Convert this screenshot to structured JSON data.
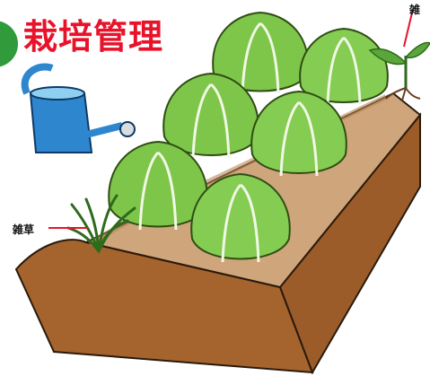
{
  "title": "栽培管理",
  "labels": {
    "weed_left": "雑草",
    "weed_right": "雑"
  },
  "colors": {
    "title": "#e8132a",
    "badge": "#2f9b3a",
    "soil_top": "#cfa57b",
    "soil_side": "#a5642e",
    "leaf": "#7ec64a",
    "watering_can": "#2e86cf",
    "pointer_line": "#e8132a"
  },
  "icons": [
    "badge-icon",
    "watering-can-icon",
    "weed-icon",
    "seedling-icon",
    "lettuce-icon"
  ]
}
